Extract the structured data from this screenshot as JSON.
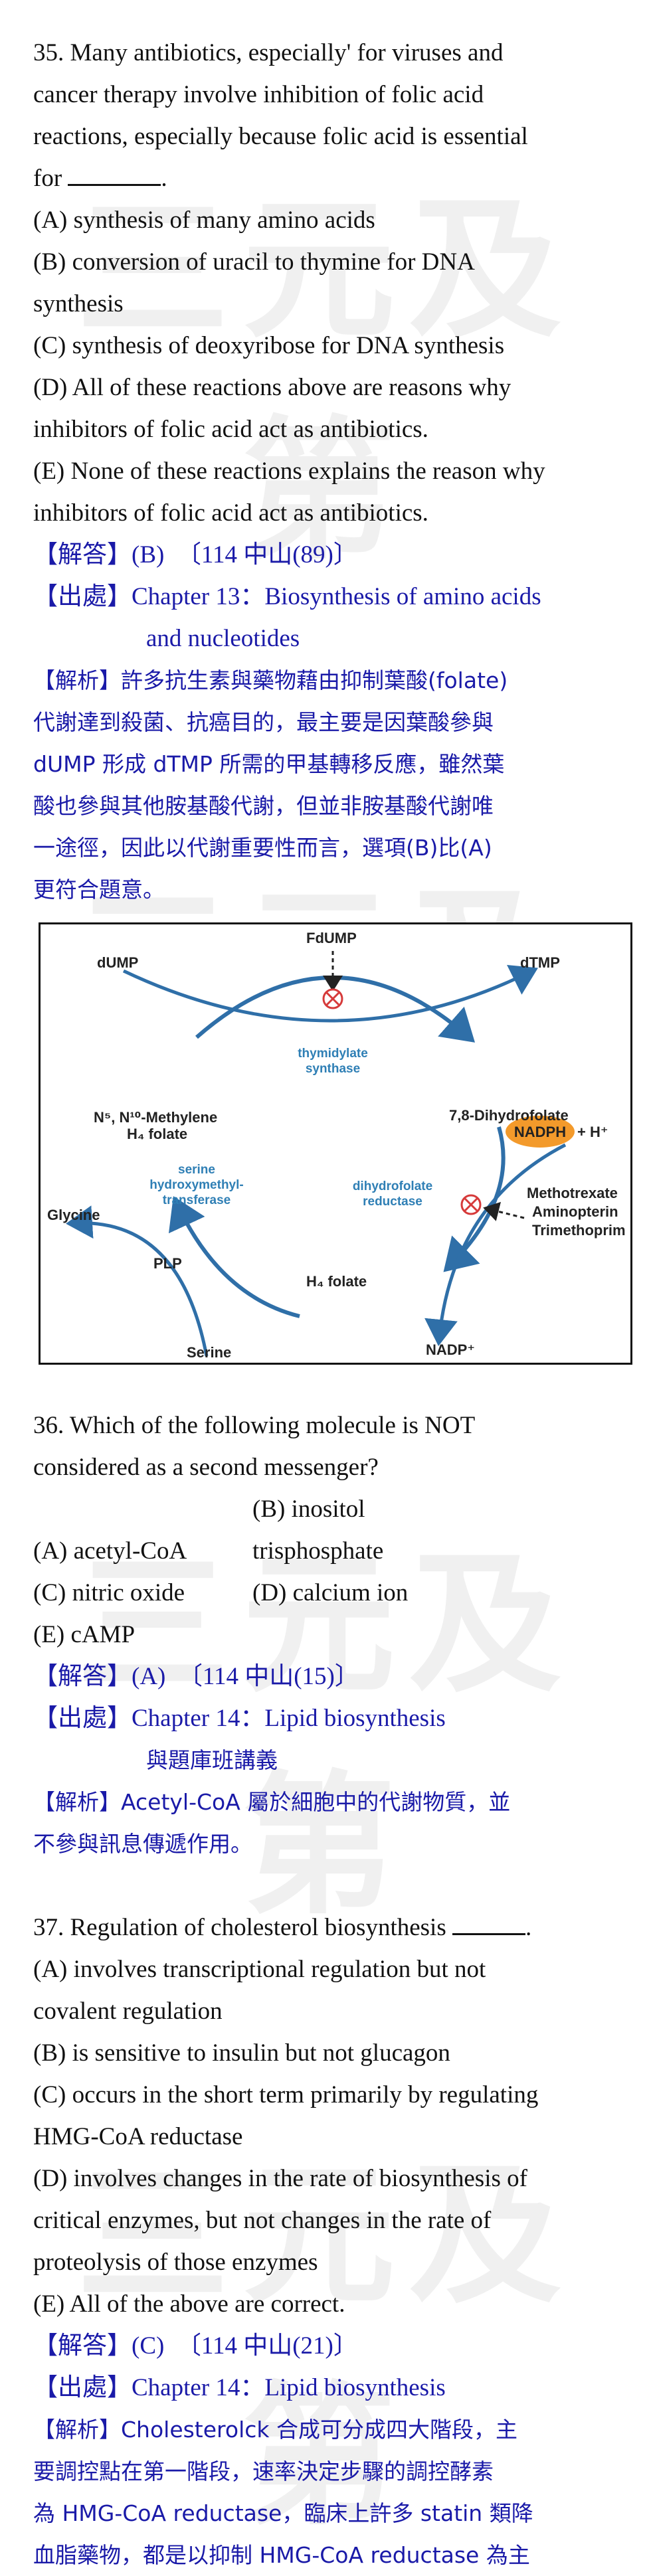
{
  "q35": {
    "stem_lines": [
      "35. Many antibiotics, especially' for viruses and",
      "cancer therapy involve inhibition of folic acid",
      "reactions, especially because folic acid is essential"
    ],
    "stem_last": "for",
    "stem_end": ".",
    "options": [
      "(A) synthesis of many amino acids",
      "(B) conversion of uracil to thymine for DNA",
      "synthesis",
      "(C) synthesis of deoxyribose for DNA synthesis",
      "(D) All of these reactions above are reasons why",
      "inhibitors of folic acid act as antibiotics.",
      "(E) None of these reactions explains the reason why",
      "inhibitors of folic acid act as antibiotics."
    ],
    "answer": "【解答】(B)　〔114 中山(89)〕",
    "source": "【出處】Chapter 13：Biosynthesis of amino acids",
    "source_cont": "and nucleotides",
    "explain": [
      "【解析】許多抗生素與藥物藉由抑制葉酸(folate)",
      "代謝達到殺菌、抗癌目的，最主要是因葉酸參與",
      "dUMP 形成 dTMP 所需的甲基轉移反應，雖然葉",
      "酸也參與其他胺基酸代謝，但並非胺基酸代謝唯",
      "一途徑，因此以代謝重要性而言，選項(B)比(A)",
      "更符合題意。"
    ]
  },
  "figure": {
    "fdump": "FdUMP",
    "dump": "dUMP",
    "dtmp": "dTMP",
    "ts1": "thymidylate",
    "ts2": "synthase",
    "dhf": "7,8-Dihydrofolate",
    "mth1": "N⁵, N¹⁰-Methylene",
    "mth2": "H₄ folate",
    "nadph": "NADPH",
    "hplus": "+ H⁺",
    "dr1": "dihydrofolate",
    "dr2": "reductase",
    "drug1": "Methotrexate",
    "drug2": "Aminopterin",
    "drug3": "Trimethoprim",
    "glycine": "Glycine",
    "sh1": "serine",
    "sh2": "hydroxymethyl-",
    "sh3": "transferase",
    "plp": "PLP",
    "h4": "H₄ folate",
    "nadp": "NADP⁺",
    "serine": "Serine",
    "colors": {
      "arrow": "#2f6fa8",
      "inhibit": "#d63a3a",
      "nadph": "#f39a2b"
    }
  },
  "q36": {
    "stem": [
      "36. Which of the following molecule is NOT",
      "considered as a second messenger?"
    ],
    "optA": "(A) acetyl-CoA",
    "optB": "(B) inositol trisphosphate",
    "optC": "(C) nitric oxide",
    "optD": "(D) calcium ion",
    "optE": "(E) cAMP",
    "answer": "【解答】(A)　〔114 中山(15)〕",
    "source": "【出處】Chapter 14：Lipid biosynthesis",
    "source_cont": "與題庫班講義",
    "explain": [
      "【解析】Acetyl-CoA 屬於細胞中的代謝物質，並",
      "不參與訊息傳遞作用。"
    ]
  },
  "q37": {
    "stem_start": "37. Regulation of cholesterol biosynthesis",
    "stem_end": ".",
    "options": [
      "(A) involves transcriptional regulation but not",
      "covalent regulation",
      "(B) is sensitive to insulin but not glucagon",
      "(C) occurs in the short term primarily by regulating",
      "HMG-CoA reductase",
      "(D) involves changes in the rate of biosynthesis of",
      "critical enzymes, but not changes in the rate of",
      "proteolysis of those enzymes",
      "(E) All of the above are correct."
    ],
    "answer": "【解答】(C)　〔114 中山(21)〕",
    "source": "【出處】Chapter 14：Lipid biosynthesis",
    "explain": [
      "【解析】Cholesterolck 合成可分成四大階段，主",
      "要調控點在第一階段，速率決定步驟的調控酵素",
      "為 HMG-CoA reductase，臨床上許多 statin 類降",
      "血脂藥物，都是以抑制 HMG-CoA reductase 為主"
    ]
  },
  "watermark": "三元及第"
}
